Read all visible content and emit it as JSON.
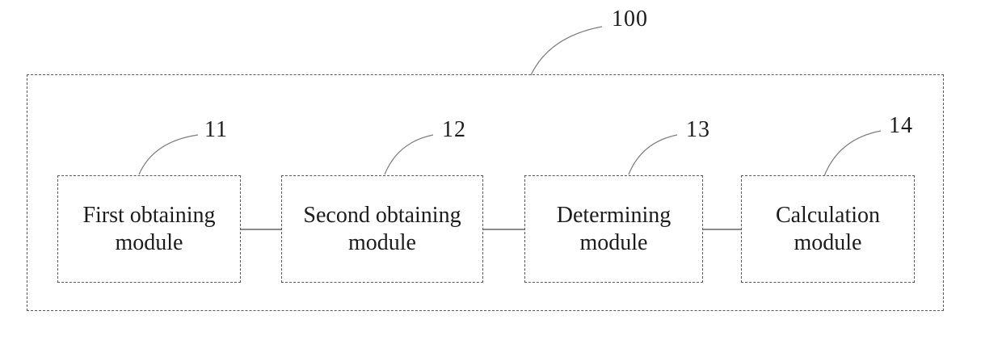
{
  "figure": {
    "outer": {
      "ref": "100"
    },
    "modules": [
      {
        "ref": "11",
        "name": "First obtaining module"
      },
      {
        "ref": "12",
        "name": "Second obtaining module"
      },
      {
        "ref": "13",
        "name": "Determining module"
      },
      {
        "ref": "14",
        "name": "Calculation module"
      }
    ],
    "colors": {
      "background": "#ffffff",
      "box_border": "#5a5a5a",
      "connector_line": "#8c8c8c",
      "leader_line": "#7d7d7d",
      "text": "#1c1c1c"
    }
  }
}
